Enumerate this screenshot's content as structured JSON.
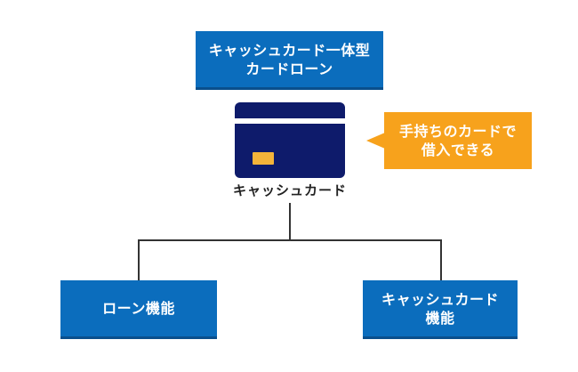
{
  "title_box": {
    "text": "キャッシュカード一体型\nカードローン"
  },
  "callout": {
    "text": "手持ちのカードで\n借入できる"
  },
  "card": {
    "label": "キャッシュカード",
    "body_color": "#0e1b6b",
    "chip_color": "#f4b43a",
    "stripe_color": "#ffffff"
  },
  "children": [
    {
      "text": "ローン機能"
    },
    {
      "text": "キャッシュカード\n機能"
    }
  ],
  "colors": {
    "box_fill": "#0b6dbd",
    "callout_fill": "#f7a21c",
    "connector": "#333333"
  }
}
